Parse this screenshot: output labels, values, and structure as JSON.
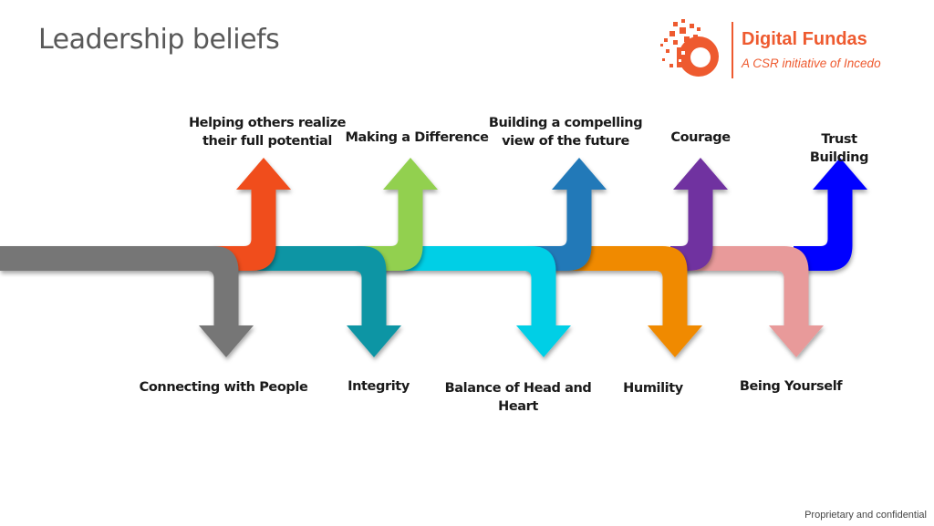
{
  "slide": {
    "title": "Leadership beliefs",
    "footer": "Proprietary and confidential"
  },
  "logo": {
    "name": "Digital Fundas",
    "tagline": "A CSR initiative of Incedo",
    "brand_color": "#ee5a2f"
  },
  "beliefs": [
    {
      "label": "Connecting with People",
      "direction": "down",
      "color": "#767676"
    },
    {
      "label": "Helping others realize\ntheir full potential",
      "direction": "up",
      "color": "#f04e1d"
    },
    {
      "label": "Integrity",
      "direction": "down",
      "color": "#0f95a4"
    },
    {
      "label": "Making a Difference",
      "direction": "up",
      "color": "#92d050"
    },
    {
      "label": "Balance of Head and\nHeart",
      "direction": "down",
      "color": "#00cfe6"
    },
    {
      "label": "Building a compelling\nview of the future",
      "direction": "up",
      "color": "#2179b8"
    },
    {
      "label": "Humility",
      "direction": "down",
      "color": "#f08a00"
    },
    {
      "label": "Courage",
      "direction": "up",
      "color": "#7030a0"
    },
    {
      "label": "Being Yourself",
      "direction": "down",
      "color": "#e89a9a"
    },
    {
      "label": "Trust Building",
      "direction": "up",
      "color": "#0000ff"
    }
  ]
}
